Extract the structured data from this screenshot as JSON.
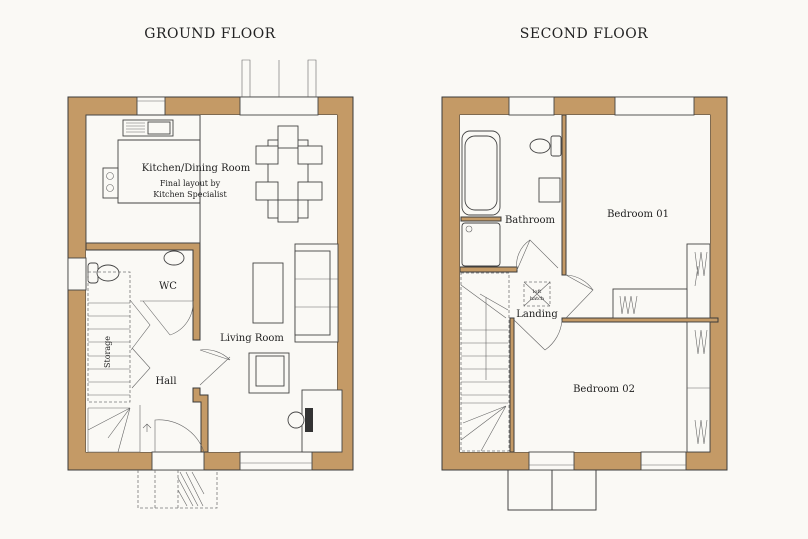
{
  "colors": {
    "wall": "#c49a66",
    "background": "#faf9f5",
    "line": "#444444"
  },
  "ground_floor": {
    "title": "GROUND FLOOR",
    "rooms": {
      "kitchen": "Kitchen/Dining Room",
      "kitchen_note_1": "Final layout by",
      "kitchen_note_2": "Kitchen Specialist",
      "wc": "WC",
      "living": "Living Room",
      "storage": "Storage",
      "hall": "Hall"
    }
  },
  "second_floor": {
    "title": "SECOND FLOOR",
    "rooms": {
      "bathroom": "Bathroom",
      "bedroom1": "Bedroom 01",
      "bedroom2": "Bedroom 02",
      "landing": "Landing",
      "loft_1": "loft",
      "loft_2": "hatch"
    }
  }
}
